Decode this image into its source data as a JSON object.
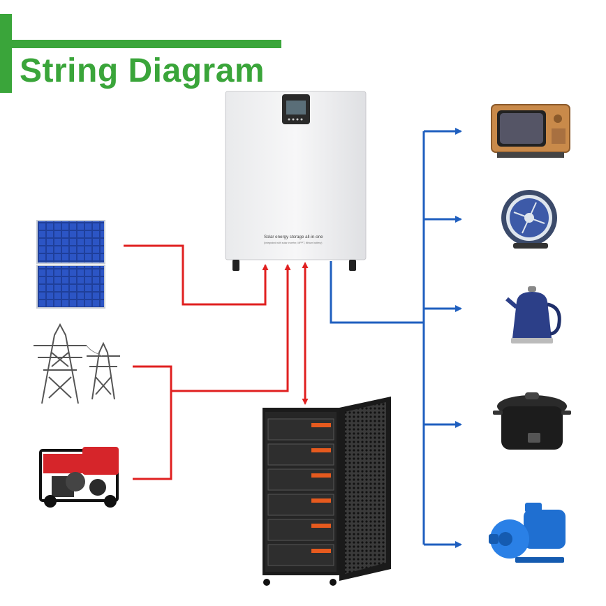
{
  "title": "String Diagram",
  "inverter": {
    "label": "Solar energy storage all-in-one",
    "sublabel": "(Integrated with solar inverter, MPPT, lithium battery)"
  },
  "colors": {
    "title_green": "#3aa53a",
    "input_line": "#e02020",
    "output_line": "#1f5fbf"
  },
  "sources": [
    "solar-panel-icon",
    "power-tower-icon",
    "generator-icon"
  ],
  "storage": "battery-rack-icon",
  "loads": [
    "tv-icon",
    "fan-icon",
    "kettle-icon",
    "rice-cooker-icon",
    "water-pump-icon"
  ]
}
